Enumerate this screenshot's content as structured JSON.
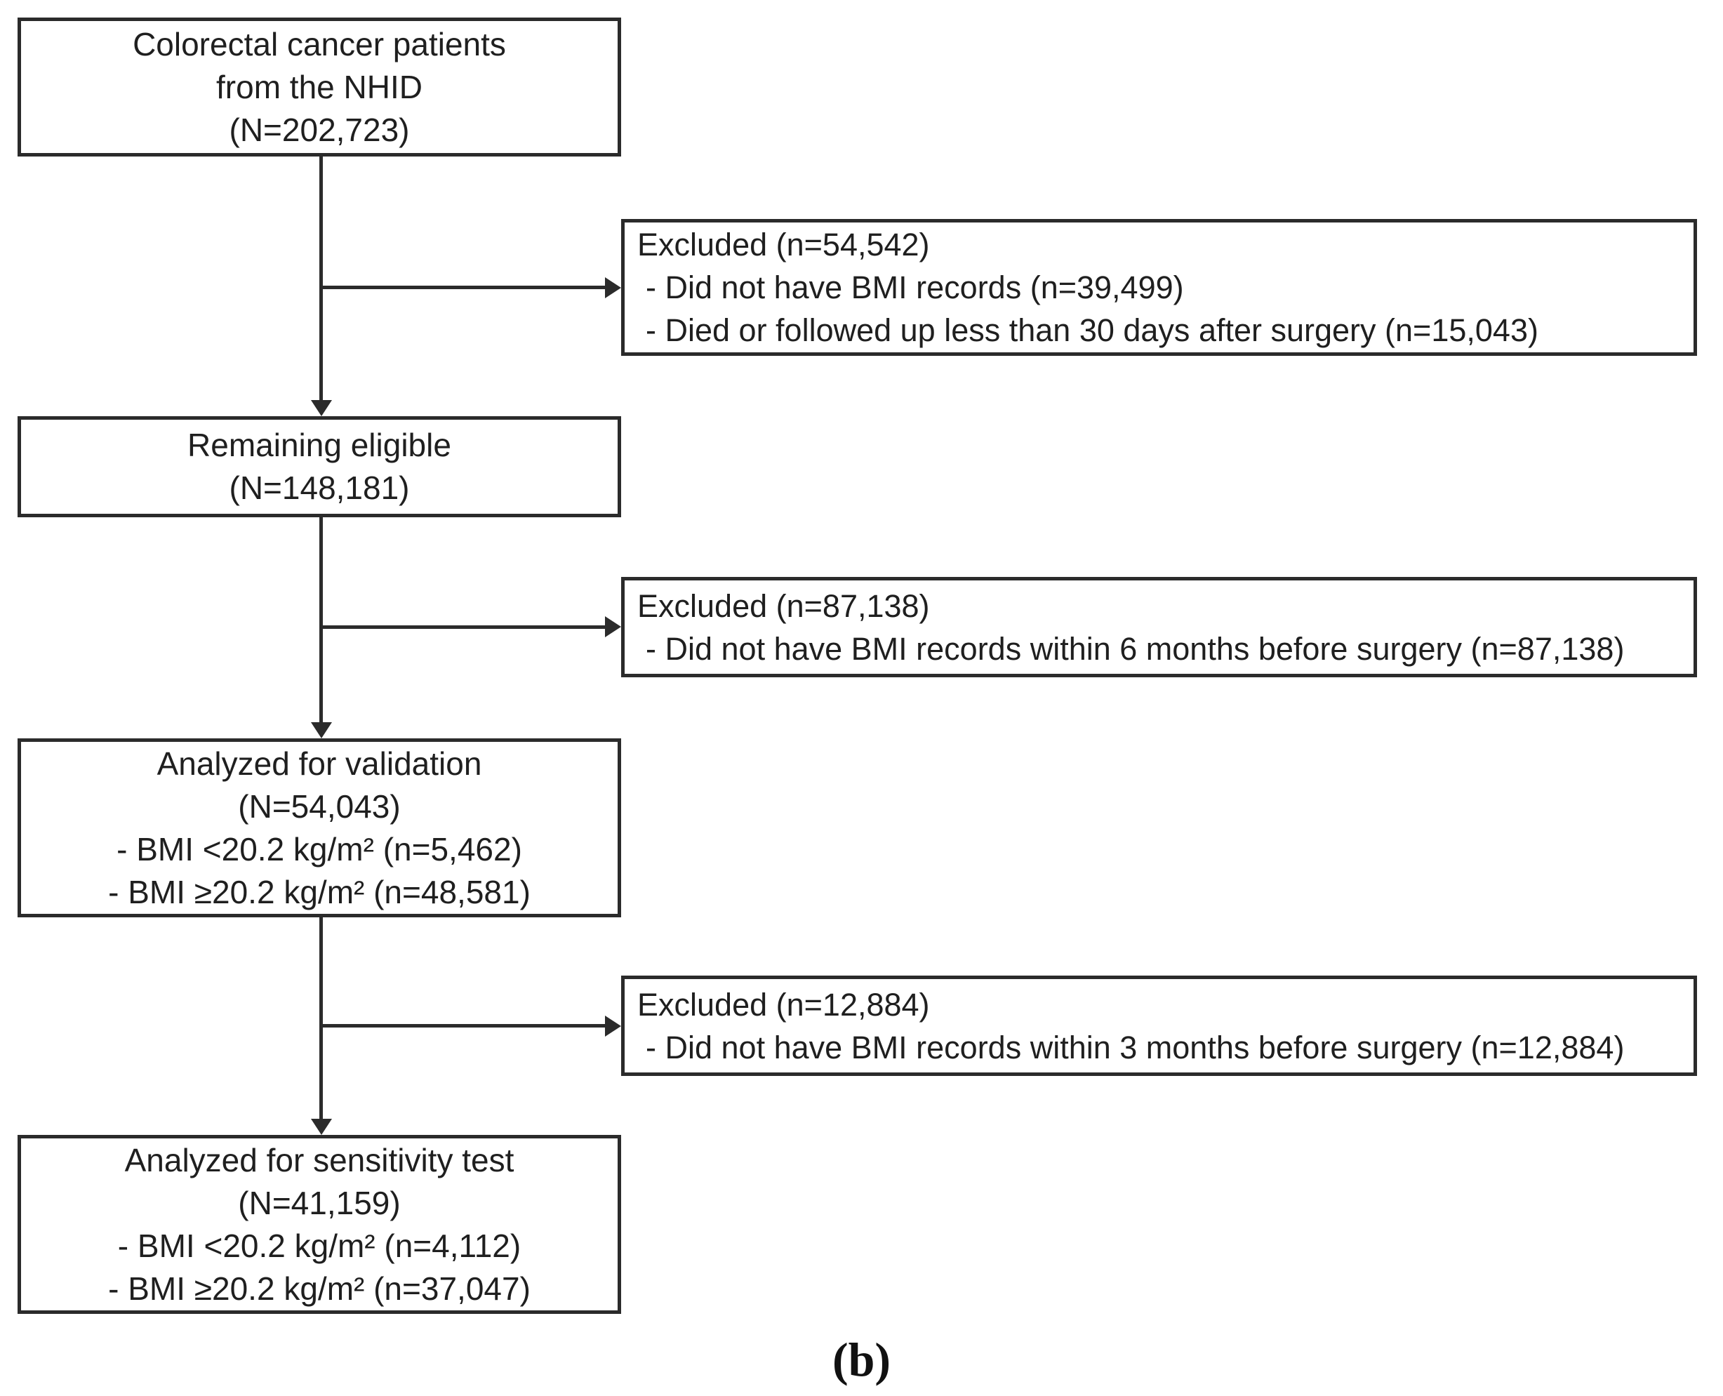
{
  "flowchart": {
    "caption": "(b)",
    "source": {
      "line1": "Colorectal cancer patients",
      "line2": "from the NHID",
      "line3": "(N=202,723)"
    },
    "excluded1": {
      "title": "Excluded (n=54,542)",
      "item1": "- Did not have BMI records (n=39,499)",
      "item2": "- Died or followed up less than 30 days after surgery (n=15,043)"
    },
    "remaining": {
      "line1": "Remaining eligible",
      "line2": "(N=148,181)"
    },
    "excluded2": {
      "title": "Excluded (n=87,138)",
      "item1": "- Did not have BMI records within 6 months before surgery (n=87,138)"
    },
    "validation": {
      "line1": "Analyzed for validation",
      "line2": "(N=54,043)",
      "line3": "- BMI <20.2 kg/m² (n=5,462)",
      "line4": "- BMI ≥20.2 kg/m² (n=48,581)"
    },
    "excluded3": {
      "title": "Excluded (n=12,884)",
      "item1": "- Did not have BMI records within 3 months before surgery (n=12,884)"
    },
    "sensitivity": {
      "line1": "Analyzed for sensitivity test",
      "line2": "(N=41,159)",
      "line3": "- BMI <20.2 kg/m² (n=4,112)",
      "line4": "- BMI ≥20.2 kg/m² (n=37,047)"
    }
  },
  "colors": {
    "line": "#2b2b2b",
    "text": "#1f1f1f",
    "background": "#ffffff"
  }
}
